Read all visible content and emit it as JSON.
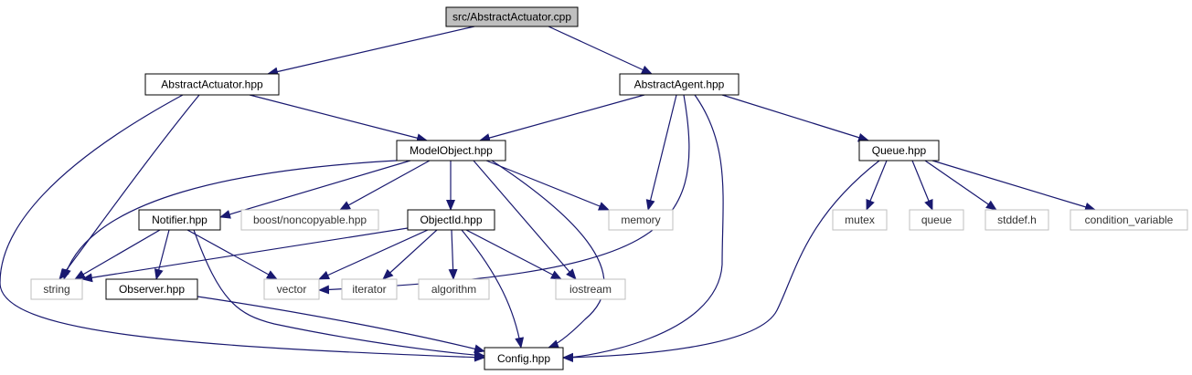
{
  "diagram": {
    "colors": {
      "edge": "#191970",
      "root_fill": "#bfbfbf",
      "node_border": "#000000",
      "external_border": "#bfbfbf",
      "text": "#000000"
    },
    "nodes": [
      {
        "id": "root",
        "label": "src/AbstractActuator.cpp",
        "kind": "root"
      },
      {
        "id": "actuator",
        "label": "AbstractActuator.hpp",
        "kind": "file"
      },
      {
        "id": "agent",
        "label": "AbstractAgent.hpp",
        "kind": "file"
      },
      {
        "id": "model",
        "label": "ModelObject.hpp",
        "kind": "file"
      },
      {
        "id": "queue_hpp",
        "label": "Queue.hpp",
        "kind": "file"
      },
      {
        "id": "notifier",
        "label": "Notifier.hpp",
        "kind": "file"
      },
      {
        "id": "noncopy",
        "label": "boost/noncopyable.hpp",
        "kind": "external"
      },
      {
        "id": "objectid",
        "label": "ObjectId.hpp",
        "kind": "file"
      },
      {
        "id": "memory",
        "label": "memory",
        "kind": "external"
      },
      {
        "id": "mutex",
        "label": "mutex",
        "kind": "external"
      },
      {
        "id": "queue",
        "label": "queue",
        "kind": "external"
      },
      {
        "id": "stddef",
        "label": "stddef.h",
        "kind": "external"
      },
      {
        "id": "condvar",
        "label": "condition_variable",
        "kind": "external"
      },
      {
        "id": "string",
        "label": "string",
        "kind": "external"
      },
      {
        "id": "observer",
        "label": "Observer.hpp",
        "kind": "file"
      },
      {
        "id": "vector",
        "label": "vector",
        "kind": "external"
      },
      {
        "id": "iterator",
        "label": "iterator",
        "kind": "external"
      },
      {
        "id": "algorithm",
        "label": "algorithm",
        "kind": "external"
      },
      {
        "id": "iostream",
        "label": "iostream",
        "kind": "external"
      },
      {
        "id": "config",
        "label": "Config.hpp",
        "kind": "file"
      }
    ],
    "edges": [
      [
        "root",
        "actuator"
      ],
      [
        "root",
        "agent"
      ],
      [
        "actuator",
        "model"
      ],
      [
        "actuator",
        "string"
      ],
      [
        "actuator",
        "config"
      ],
      [
        "agent",
        "model"
      ],
      [
        "agent",
        "memory"
      ],
      [
        "agent",
        "vector"
      ],
      [
        "agent",
        "config"
      ],
      [
        "agent",
        "queue_hpp"
      ],
      [
        "model",
        "notifier"
      ],
      [
        "model",
        "noncopy"
      ],
      [
        "model",
        "objectid"
      ],
      [
        "model",
        "memory"
      ],
      [
        "model",
        "string"
      ],
      [
        "model",
        "iostream"
      ],
      [
        "model",
        "config"
      ],
      [
        "notifier",
        "string"
      ],
      [
        "notifier",
        "observer"
      ],
      [
        "notifier",
        "vector"
      ],
      [
        "notifier",
        "config"
      ],
      [
        "objectid",
        "string"
      ],
      [
        "objectid",
        "vector"
      ],
      [
        "objectid",
        "iterator"
      ],
      [
        "objectid",
        "algorithm"
      ],
      [
        "objectid",
        "iostream"
      ],
      [
        "objectid",
        "config"
      ],
      [
        "queue_hpp",
        "mutex"
      ],
      [
        "queue_hpp",
        "queue"
      ],
      [
        "queue_hpp",
        "stddef"
      ],
      [
        "queue_hpp",
        "condvar"
      ],
      [
        "queue_hpp",
        "config"
      ],
      [
        "observer",
        "config"
      ]
    ]
  }
}
